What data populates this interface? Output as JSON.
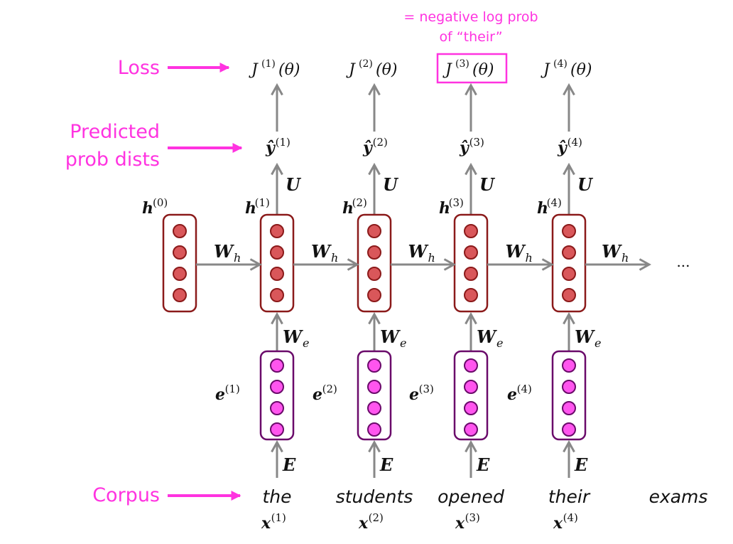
{
  "colors": {
    "annotation": "#ff33e0",
    "hidden_box_stroke": "#8b1a1a",
    "hidden_neuron_fill": "#d9575a",
    "embed_box_stroke": "#6a0a6a",
    "embed_neuron_fill": "#ff55ee",
    "arrow": "#888888",
    "text": "#111111"
  },
  "annotations": {
    "loss": "Loss",
    "predicted_line1": "Predicted",
    "predicted_line2": "prob dists",
    "corpus": "Corpus",
    "note_line1": "= negative log prob",
    "note_line2": "of “their”"
  },
  "weights": {
    "recurrent": "W",
    "recurrent_sub": "h",
    "embedding": "W",
    "embedding_sub": "e",
    "output": "U",
    "lookup": "E"
  },
  "initial_hidden": {
    "symbol": "h",
    "sup": "(0)"
  },
  "ellipsis": "...",
  "neurons_per_layer": 4,
  "steps": [
    {
      "index": "(1)",
      "loss": "J",
      "theta": "(θ)",
      "yhat": "ŷ",
      "h": "h",
      "e": "e",
      "x": "x",
      "word": "the",
      "highlighted": false
    },
    {
      "index": "(2)",
      "loss": "J",
      "theta": "(θ)",
      "yhat": "ŷ",
      "h": "h",
      "e": "e",
      "x": "x",
      "word": "students",
      "highlighted": false
    },
    {
      "index": "(3)",
      "loss": "J",
      "theta": "(θ)",
      "yhat": "ŷ",
      "h": "h",
      "e": "e",
      "x": "x",
      "word": "opened",
      "highlighted": true
    },
    {
      "index": "(4)",
      "loss": "J",
      "theta": "(θ)",
      "yhat": "ŷ",
      "h": "h",
      "e": "e",
      "x": "x",
      "word": "their",
      "highlighted": false
    }
  ],
  "next_word": "exams"
}
